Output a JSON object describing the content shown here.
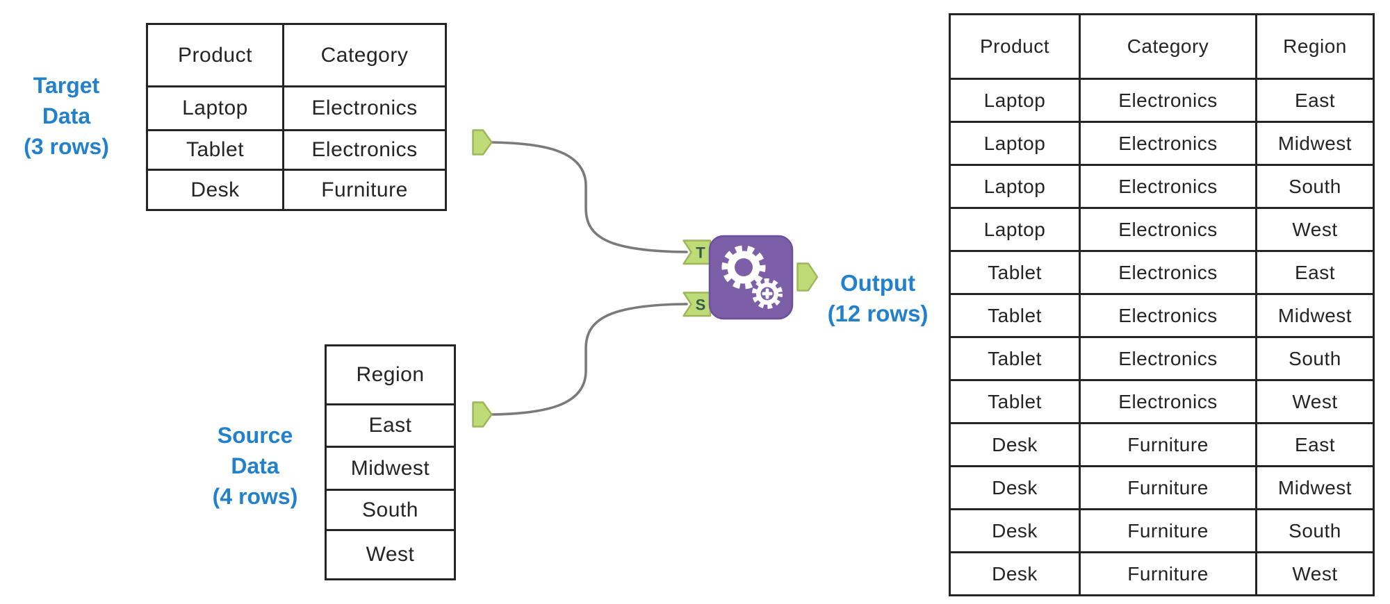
{
  "colors": {
    "canvas_bg": "#ffffff",
    "ink": "#242424",
    "blue": "#2381cb",
    "wire": "#7a7a7a",
    "green_fill": "#bfdb78",
    "green_border": "#9cb558",
    "anchor_letter": "#355a4b",
    "purple": "#7c5fa7",
    "purple_border": "#6b519a"
  },
  "notes": {
    "target": {
      "line1": "Target",
      "line2": "Data",
      "line3": "(3 rows)"
    },
    "source": {
      "line1": "Source",
      "line2": "Data",
      "line3": "(4 rows)"
    },
    "output": {
      "line1": "Output",
      "line2": "(12 rows)"
    }
  },
  "target_table": {
    "columns": [
      "Product",
      "Category"
    ],
    "rows": [
      [
        "Laptop",
        "Electronics"
      ],
      [
        "Tablet",
        "Electronics"
      ],
      [
        "Desk",
        "Furniture"
      ]
    ]
  },
  "source_table": {
    "columns": [
      "Region"
    ],
    "rows": [
      [
        "East"
      ],
      [
        "Midwest"
      ],
      [
        "South"
      ],
      [
        "West"
      ]
    ]
  },
  "output_table": {
    "columns": [
      "Product",
      "Category",
      "Region"
    ],
    "rows": [
      [
        "Laptop",
        "Electronics",
        "East"
      ],
      [
        "Laptop",
        "Electronics",
        "Midwest"
      ],
      [
        "Laptop",
        "Electronics",
        "South"
      ],
      [
        "Laptop",
        "Electronics",
        "West"
      ],
      [
        "Tablet",
        "Electronics",
        "East"
      ],
      [
        "Tablet",
        "Electronics",
        "Midwest"
      ],
      [
        "Tablet",
        "Electronics",
        "South"
      ],
      [
        "Tablet",
        "Electronics",
        "West"
      ],
      [
        "Desk",
        "Furniture",
        "East"
      ],
      [
        "Desk",
        "Furniture",
        "Midwest"
      ],
      [
        "Desk",
        "Furniture",
        "South"
      ],
      [
        "Desk",
        "Furniture",
        "West"
      ]
    ]
  },
  "tool": {
    "icon": "gears-append-icon",
    "input_anchor_top": "T",
    "input_anchor_bottom": "S"
  }
}
